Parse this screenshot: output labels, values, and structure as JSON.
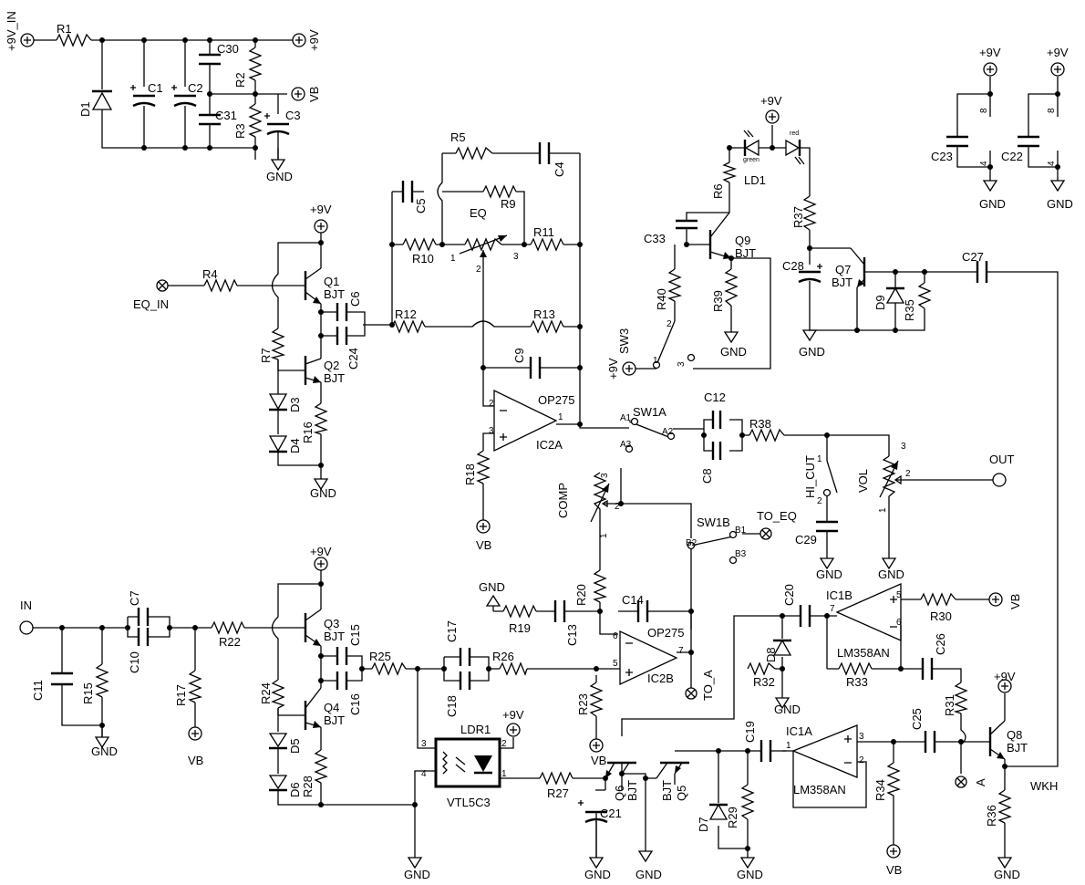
{
  "labels": {
    "r1": "R1",
    "r2": "R2",
    "r3": "R3",
    "r4": "R4",
    "r5": "R5",
    "r6": "R6",
    "r7": "R7",
    "r9": "R9",
    "r10": "R10",
    "r11": "R11",
    "r12": "R12",
    "r13": "R13",
    "r15": "R15",
    "r16": "R16",
    "r17": "R17",
    "r18": "R18",
    "r19": "R19",
    "r20": "R20",
    "r22": "R22",
    "r23": "R23",
    "r24": "R24",
    "r25": "R25",
    "r26": "R26",
    "r27": "R27",
    "r28": "R28",
    "r29": "R29",
    "r30": "R30",
    "r31": "R31",
    "r32": "R32",
    "r33": "R33",
    "r34": "R34",
    "r35": "R35",
    "r36": "R36",
    "r37": "R37",
    "r38": "R38",
    "r39": "R39",
    "r40": "R40",
    "c1": "C1",
    "c2": "C2",
    "c3": "C3",
    "c4": "C4",
    "c5": "C5",
    "c6": "C6",
    "c7": "C7",
    "c8": "C8",
    "c9": "C9",
    "c10": "C10",
    "c11": "C11",
    "c12": "C12",
    "c13": "C13",
    "c14": "C14",
    "c15": "C15",
    "c16": "C16",
    "c17": "C17",
    "c18": "C18",
    "c19": "C19",
    "c20": "C20",
    "c21": "C21",
    "c22": "C22",
    "c23": "C23",
    "c24": "C24",
    "c25": "C25",
    "c26": "C26",
    "c27": "C27",
    "c28": "C28",
    "c29": "C29",
    "c30": "C30",
    "c31": "C31",
    "c33": "C33",
    "d1": "D1",
    "d3": "D3",
    "d4": "D4",
    "d5": "D5",
    "d6": "D6",
    "d7": "D7",
    "d8": "D8",
    "d9": "D9",
    "q1": "Q1",
    "q2": "Q2",
    "q3": "Q3",
    "q4": "Q4",
    "q5": "Q5",
    "q6": "Q6",
    "q7": "Q7",
    "q8": "Q8",
    "q9": "Q9",
    "bjt": "BJT",
    "ic1a": "IC1A",
    "ic1b": "IC1B",
    "ic2a": "IC2A",
    "ic2b": "IC2B",
    "op275": "OP275",
    "lm358an": "LM358AN",
    "eq": "EQ",
    "comp": "COMP",
    "vol": "VOL",
    "hi_cut": "HI_CUT",
    "sw1a": "SW1A",
    "sw1b": "SW1B",
    "sw3": "SW3",
    "ld1": "LD1",
    "ldr1": "LDR1",
    "vtl5c3": "VTL5C3",
    "green": "green",
    "red": "red",
    "a1": "A1",
    "a2": "A2",
    "a3": "A3",
    "b1": "B1",
    "b2": "B2",
    "b3": "B3"
  },
  "pins": {
    "p1": "1",
    "p2": "2",
    "p3": "3",
    "p4": "4",
    "p5": "5",
    "p6": "6",
    "p7": "7",
    "p8": "8"
  },
  "nets": {
    "v9_in": "+9V_IN",
    "v9": "+9V",
    "vb": "VB",
    "gnd": "GND",
    "eq_in": "EQ_IN",
    "in": "IN",
    "out": "OUT",
    "to_eq": "TO_EQ",
    "to_a": "TO_A",
    "a": "A",
    "wkh": "WKH"
  },
  "colors": {
    "line": "#000000",
    "background": "#ffffff"
  }
}
